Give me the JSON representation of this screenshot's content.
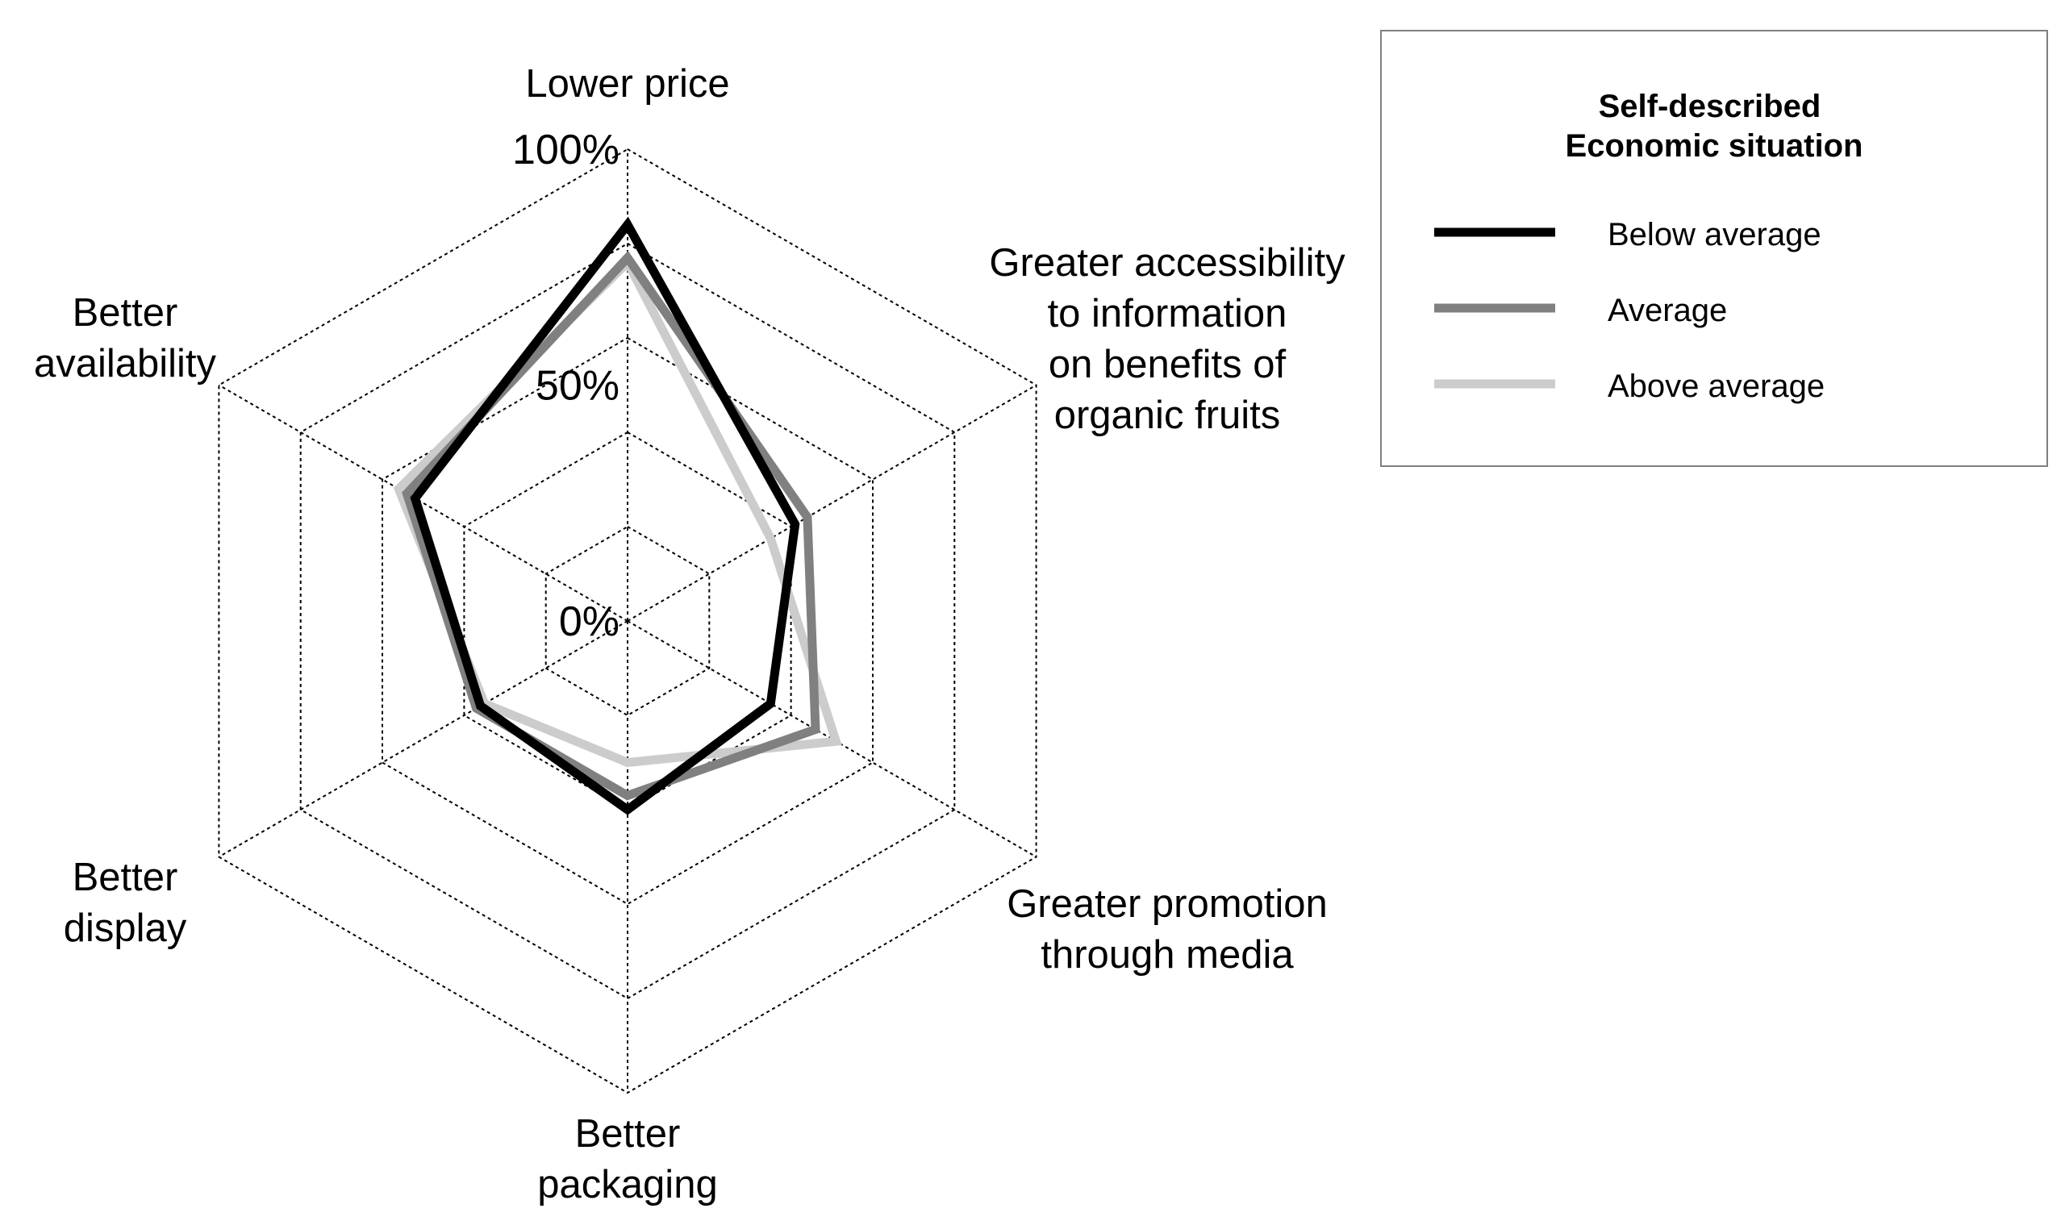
{
  "chart_data": {
    "type": "radar",
    "axes": [
      {
        "label_lines": [
          "Lower price"
        ]
      },
      {
        "label_lines": [
          "Greater accessibility",
          "to information",
          "on benefits of",
          "organic fruits"
        ]
      },
      {
        "label_lines": [
          "Greater promotion",
          "through media"
        ]
      },
      {
        "label_lines": [
          "Better",
          "packaging"
        ]
      },
      {
        "label_lines": [
          "Better",
          "display"
        ]
      },
      {
        "label_lines": [
          "Better",
          "availability"
        ]
      }
    ],
    "ticks": [
      {
        "value": 0,
        "label": "0%"
      },
      {
        "value": 50,
        "label": "50%"
      },
      {
        "value": 100,
        "label": "100%"
      }
    ],
    "rlim": [
      0,
      100
    ],
    "grid_levels": [
      20,
      40,
      60,
      80,
      100
    ],
    "grid": true,
    "legend": {
      "position": "top-right",
      "title_lines": [
        "Self-described",
        "Economic situation"
      ]
    },
    "series": [
      {
        "name": "Below average",
        "color": "#000000",
        "values": [
          84,
          41,
          35,
          40,
          36,
          52
        ]
      },
      {
        "name": "Average",
        "color": "#808080",
        "values": [
          77,
          44,
          46,
          37,
          37,
          54
        ]
      },
      {
        "name": "Above average",
        "color": "#cccccc",
        "values": [
          76,
          35,
          51,
          30,
          35,
          56
        ]
      }
    ]
  }
}
